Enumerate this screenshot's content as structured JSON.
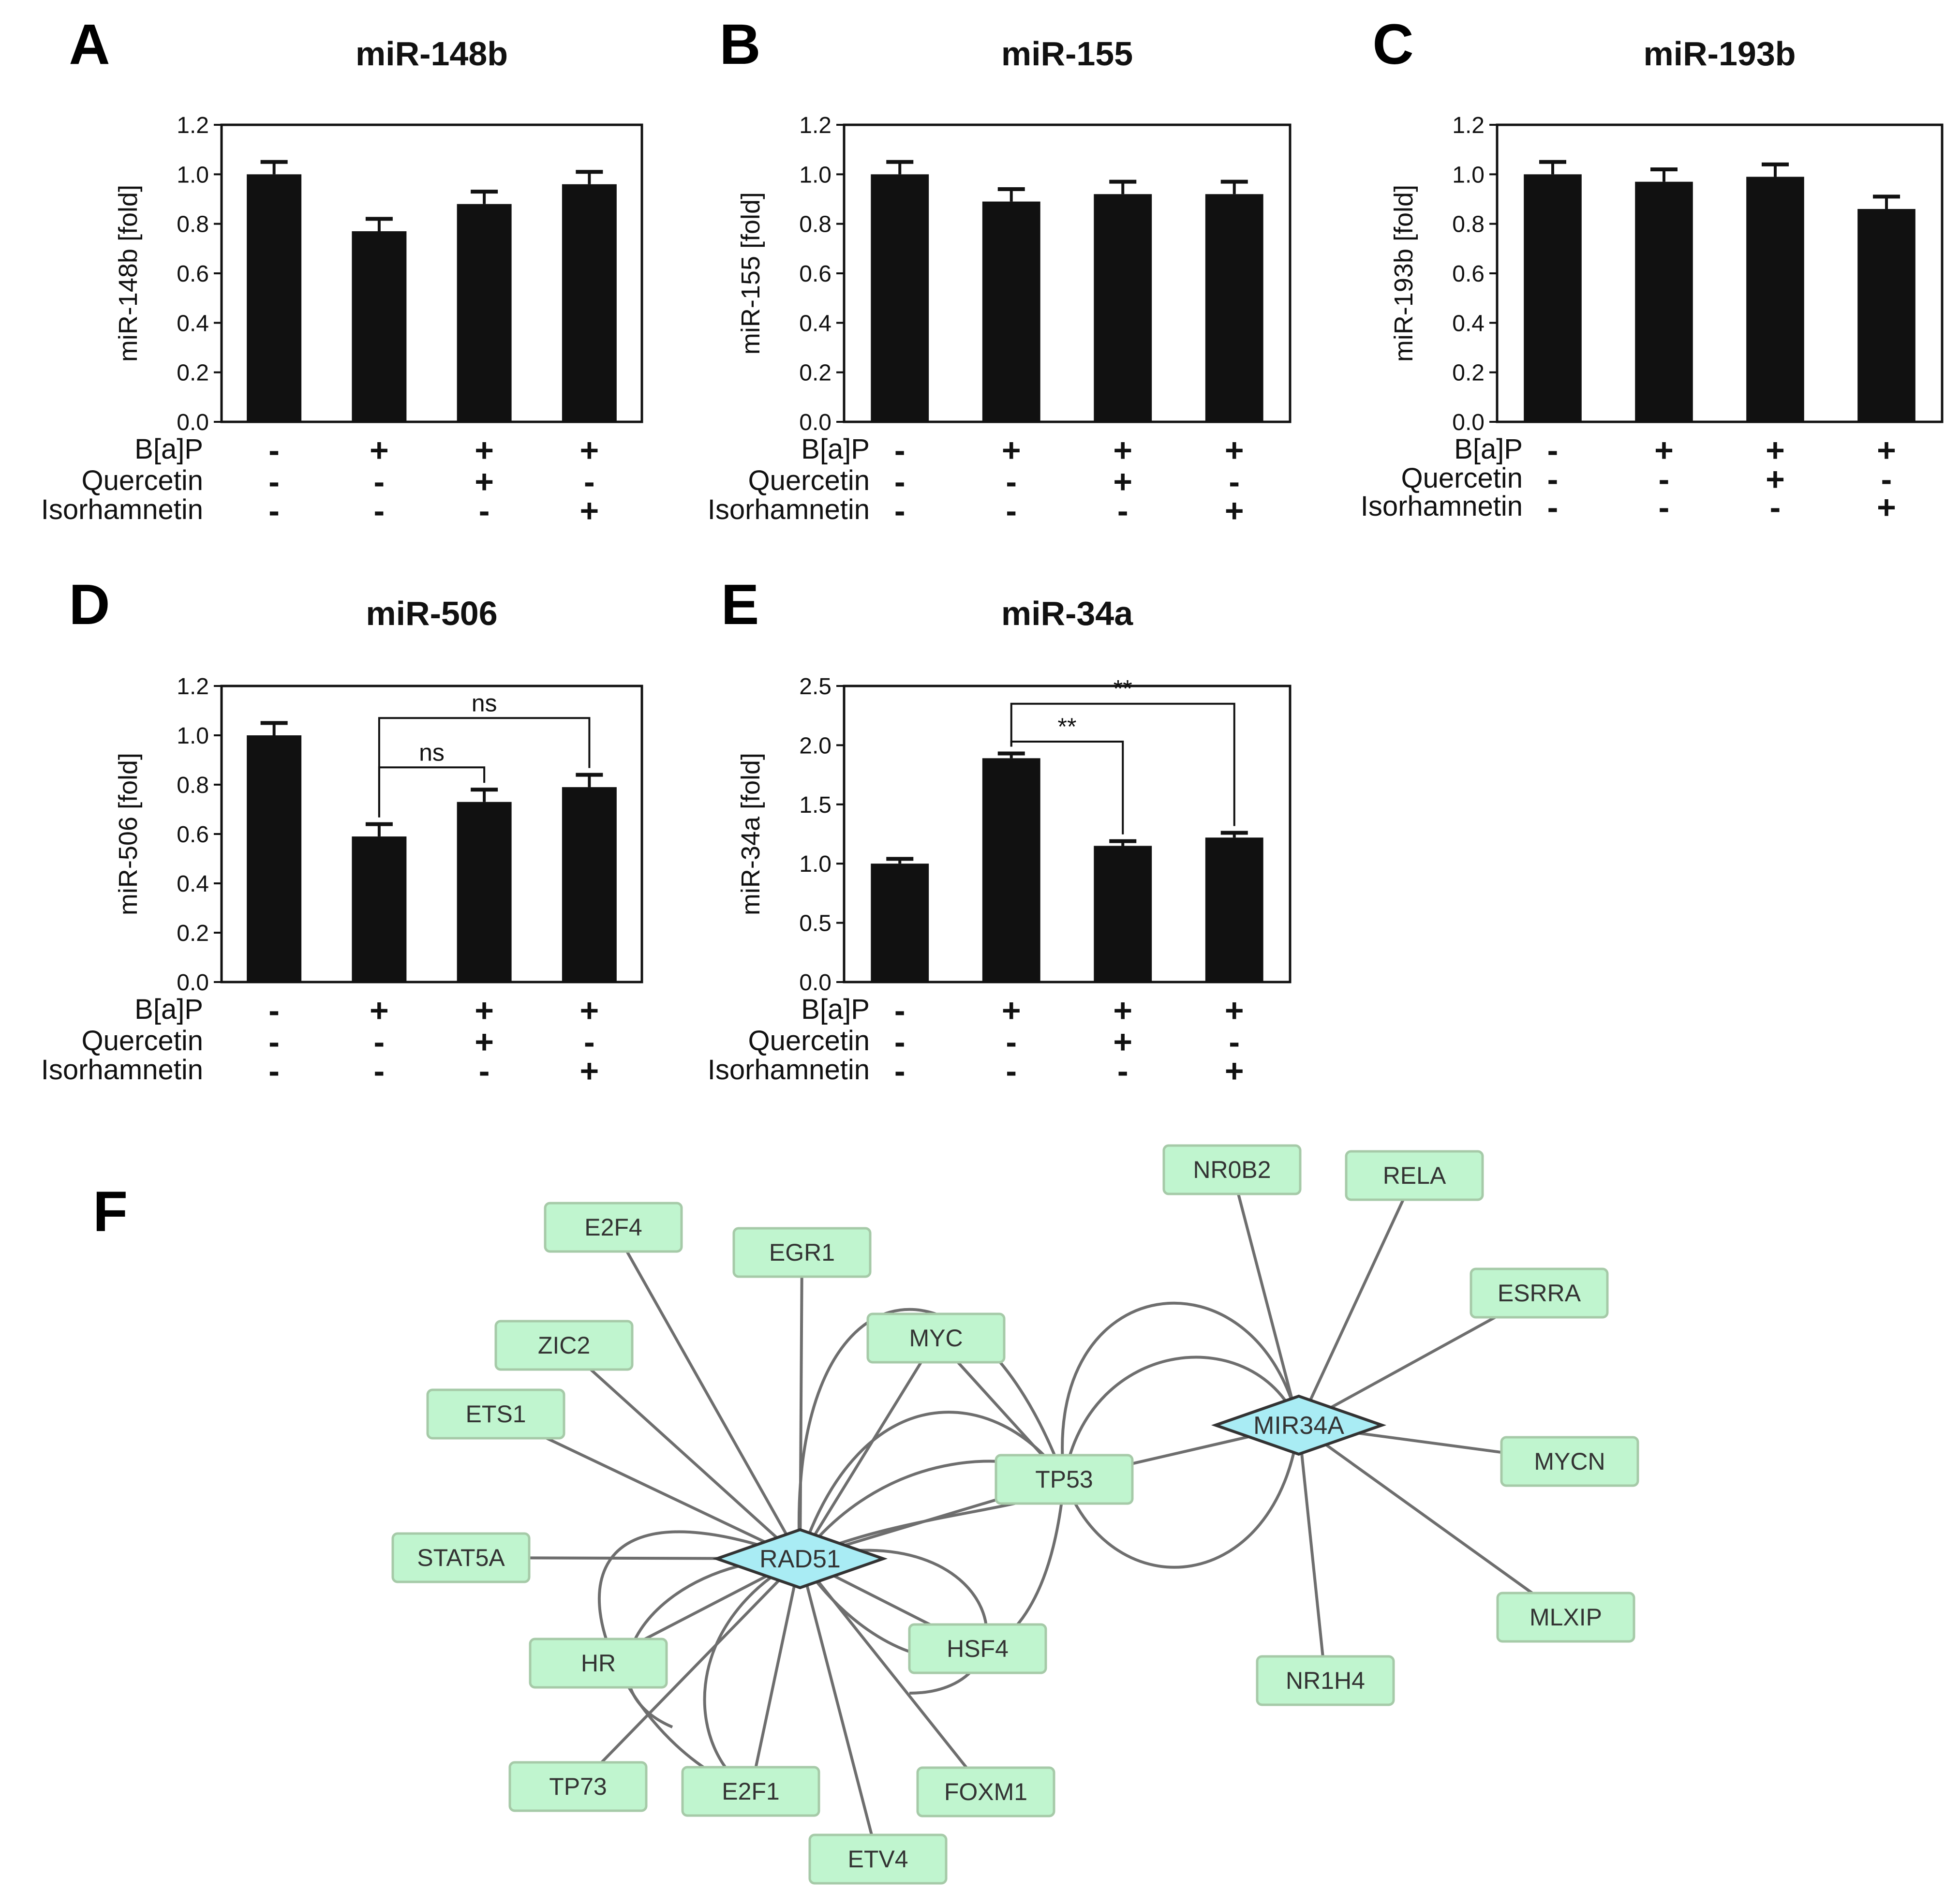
{
  "panels": [
    "A",
    "B",
    "C",
    "D",
    "E",
    "F"
  ],
  "chart_data": [
    {
      "panel": "A",
      "type": "bar",
      "title": "miR-148b",
      "ylabel": "miR-148b [fold]",
      "ylim": [
        0,
        1.2
      ],
      "yticks": [
        "0.0",
        "0.2",
        "0.4",
        "0.6",
        "0.8",
        "1.0",
        "1.2"
      ],
      "values": [
        1.0,
        0.77,
        0.88,
        0.96
      ],
      "errors": [
        0.05,
        0.05,
        0.05,
        0.05
      ],
      "treatments": {
        "B[a]P": [
          "-",
          "+",
          "+",
          "+"
        ],
        "Quercetin": [
          "-",
          "-",
          "+",
          "-"
        ],
        "Isorhamnetin": [
          "-",
          "-",
          "-",
          "+"
        ]
      },
      "annotations": []
    },
    {
      "panel": "B",
      "type": "bar",
      "title": "miR-155",
      "ylabel": "miR-155 [fold]",
      "ylim": [
        0,
        1.2
      ],
      "yticks": [
        "0.0",
        "0.2",
        "0.4",
        "0.6",
        "0.8",
        "1.0",
        "1.2"
      ],
      "values": [
        1.0,
        0.89,
        0.92,
        0.92
      ],
      "errors": [
        0.05,
        0.05,
        0.05,
        0.05
      ],
      "treatments": {
        "B[a]P": [
          "-",
          "+",
          "+",
          "+"
        ],
        "Quercetin": [
          "-",
          "-",
          "+",
          "-"
        ],
        "Isorhamnetin": [
          "-",
          "-",
          "-",
          "+"
        ]
      },
      "annotations": []
    },
    {
      "panel": "C",
      "type": "bar",
      "title": "miR-193b",
      "ylabel": "miR-193b [fold]",
      "ylim": [
        0,
        1.2
      ],
      "yticks": [
        "0.0",
        "0.2",
        "0.4",
        "0.6",
        "0.8",
        "1.0",
        "1.2"
      ],
      "values": [
        1.0,
        0.97,
        0.99,
        0.86
      ],
      "errors": [
        0.05,
        0.05,
        0.05,
        0.05
      ],
      "treatments": {
        "B[a]P": [
          "-",
          "+",
          "+",
          "+"
        ],
        "Quercetin": [
          "-",
          "-",
          "+",
          "-"
        ],
        "Isorhamnetin": [
          "-",
          "-",
          "-",
          "+"
        ]
      },
      "annotations": []
    },
    {
      "panel": "D",
      "type": "bar",
      "title": "miR-506",
      "ylabel": "miR-506 [fold]",
      "ylim": [
        0,
        1.2
      ],
      "yticks": [
        "0.0",
        "0.2",
        "0.4",
        "0.6",
        "0.8",
        "1.0",
        "1.2"
      ],
      "values": [
        1.0,
        0.59,
        0.73,
        0.79
      ],
      "errors": [
        0.05,
        0.05,
        0.05,
        0.05
      ],
      "treatments": {
        "B[a]P": [
          "-",
          "+",
          "+",
          "+"
        ],
        "Quercetin": [
          "-",
          "-",
          "+",
          "-"
        ],
        "Isorhamnetin": [
          "-",
          "-",
          "-",
          "+"
        ]
      },
      "annotations": [
        {
          "from": 1,
          "to": 2,
          "label": "ns",
          "level": 0.87
        },
        {
          "from": 1,
          "to": 3,
          "label": "ns",
          "level": 1.07
        }
      ]
    },
    {
      "panel": "E",
      "type": "bar",
      "title": "miR-34a",
      "ylabel": "miR-34a [fold]",
      "ylim": [
        0,
        2.5
      ],
      "yticks": [
        "0.0",
        "0.5",
        "1.0",
        "1.5",
        "2.0",
        "2.5"
      ],
      "values": [
        1.0,
        1.89,
        1.15,
        1.22
      ],
      "errors": [
        0.04,
        0.04,
        0.04,
        0.04
      ],
      "treatments": {
        "B[a]P": [
          "-",
          "+",
          "+",
          "+"
        ],
        "Quercetin": [
          "-",
          "-",
          "+",
          "-"
        ],
        "Isorhamnetin": [
          "-",
          "-",
          "-",
          "+"
        ]
      },
      "annotations": [
        {
          "from": 1,
          "to": 2,
          "label": "**",
          "level": 2.03
        },
        {
          "from": 1,
          "to": 3,
          "label": "**",
          "level": 2.35
        }
      ]
    }
  ],
  "network": {
    "panel": "F",
    "hubs": [
      "RAD51",
      "MIR34A"
    ],
    "nodes": [
      "NR0B2",
      "RELA",
      "E2F4",
      "EGR1",
      "ESRRA",
      "ZIC2",
      "MYC",
      "ETS1",
      "MIR34A",
      "TP53",
      "MYCN",
      "STAT5A",
      "RAD51",
      "MLXIP",
      "HSF4",
      "HR",
      "NR1H4",
      "TP73",
      "E2F1",
      "FOXM1",
      "ETV4"
    ],
    "edges": [
      [
        "RAD51",
        "E2F4"
      ],
      [
        "RAD51",
        "EGR1"
      ],
      [
        "RAD51",
        "ZIC2"
      ],
      [
        "RAD51",
        "ETS1"
      ],
      [
        "RAD51",
        "STAT5A"
      ],
      [
        "RAD51",
        "MYC"
      ],
      [
        "RAD51",
        "TP53"
      ],
      [
        "RAD51",
        "HR"
      ],
      [
        "RAD51",
        "HSF4"
      ],
      [
        "RAD51",
        "TP73"
      ],
      [
        "RAD51",
        "E2F1"
      ],
      [
        "RAD51",
        "FOXM1"
      ],
      [
        "RAD51",
        "ETV4"
      ],
      [
        "MIR34A",
        "NR0B2"
      ],
      [
        "MIR34A",
        "RELA"
      ],
      [
        "MIR34A",
        "ESRRA"
      ],
      [
        "MIR34A",
        "MYCN"
      ],
      [
        "MIR34A",
        "MLXIP"
      ],
      [
        "MIR34A",
        "NR1H4"
      ],
      [
        "MIR34A",
        "TP53"
      ],
      [
        "MYC",
        "TP53"
      ]
    ]
  },
  "colors": {
    "bar": "#111111",
    "node_fill": "#c0f5cf",
    "node_stroke": "#a6caa8",
    "hub_fill": "#a9ecf4",
    "hub_stroke": "#333333",
    "edge": "#6e6e6e"
  }
}
